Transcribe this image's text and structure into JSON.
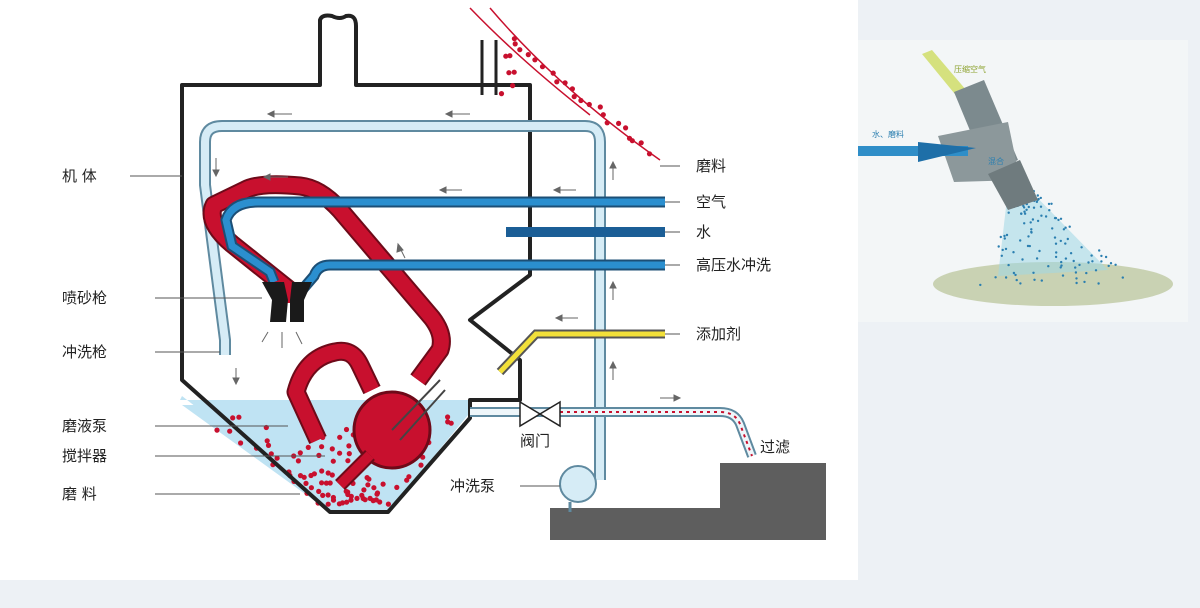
{
  "diagram": {
    "labels_left": {
      "body": "机 体",
      "sandblast_gun": "喷砂枪",
      "wash_gun": "冲洗枪",
      "slurry_pump": "磨液泵",
      "agitator": "搅拌器",
      "abrasive": "磨 料"
    },
    "labels_right": {
      "abrasive": "磨料",
      "air": "空气",
      "water": "水",
      "hp_wash": "高压水冲洗",
      "additive": "添加剂",
      "valve": "阀门",
      "wash_pump": "冲洗泵",
      "filter": "过滤"
    },
    "colors": {
      "pipe_red": "#c8102e",
      "pipe_blue": "#2b8fcf",
      "pipe_dark_blue": "#1b5e96",
      "pipe_light": "#c9e4f2",
      "additive_yellow": "#f2e03a",
      "liquid": "#bfe3f3",
      "ground": "#5e5e5e"
    }
  },
  "nozzle": {
    "air_label": "压缩空气",
    "water_label": "水、磨料",
    "mix_label": "混合"
  }
}
